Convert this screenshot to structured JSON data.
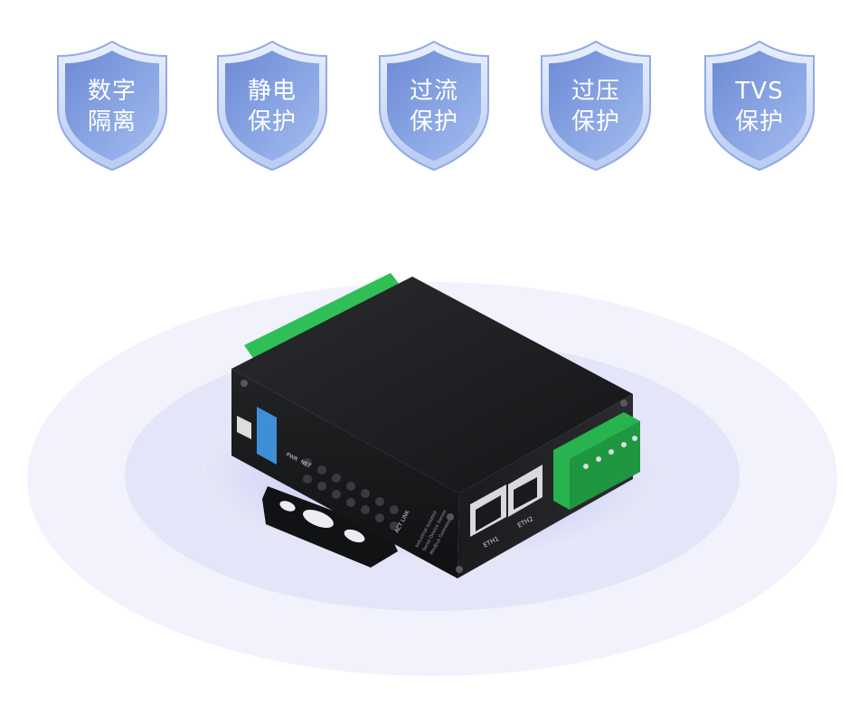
{
  "badges": [
    {
      "line1": "数字",
      "line2": "隔离"
    },
    {
      "line1": "静电",
      "line2": "保护"
    },
    {
      "line1": "过流",
      "line2": "保护"
    },
    {
      "line1": "过压",
      "line2": "保护"
    },
    {
      "line1": "TVS",
      "line2": "保护"
    }
  ],
  "device": {
    "port1_label": "ETH1",
    "port2_label": "ETH2",
    "status_label": "ACT LINK",
    "pwr_label": "PWR",
    "net_label": "NET",
    "side_text_1": "Industrial Isolated",
    "side_text_2": "Serial Device Server",
    "side_text_3": "Modbus Gateway"
  },
  "colors": {
    "badge_fill": "#7f9fe0",
    "badge_rim": "#c9d6f5",
    "glow_outer": "#eceff9",
    "glow_inner": "#c8cdf3",
    "device_body": "#1b1c1e",
    "terminal_green": "#27b34d",
    "label_blue": "#3f8fd8"
  }
}
